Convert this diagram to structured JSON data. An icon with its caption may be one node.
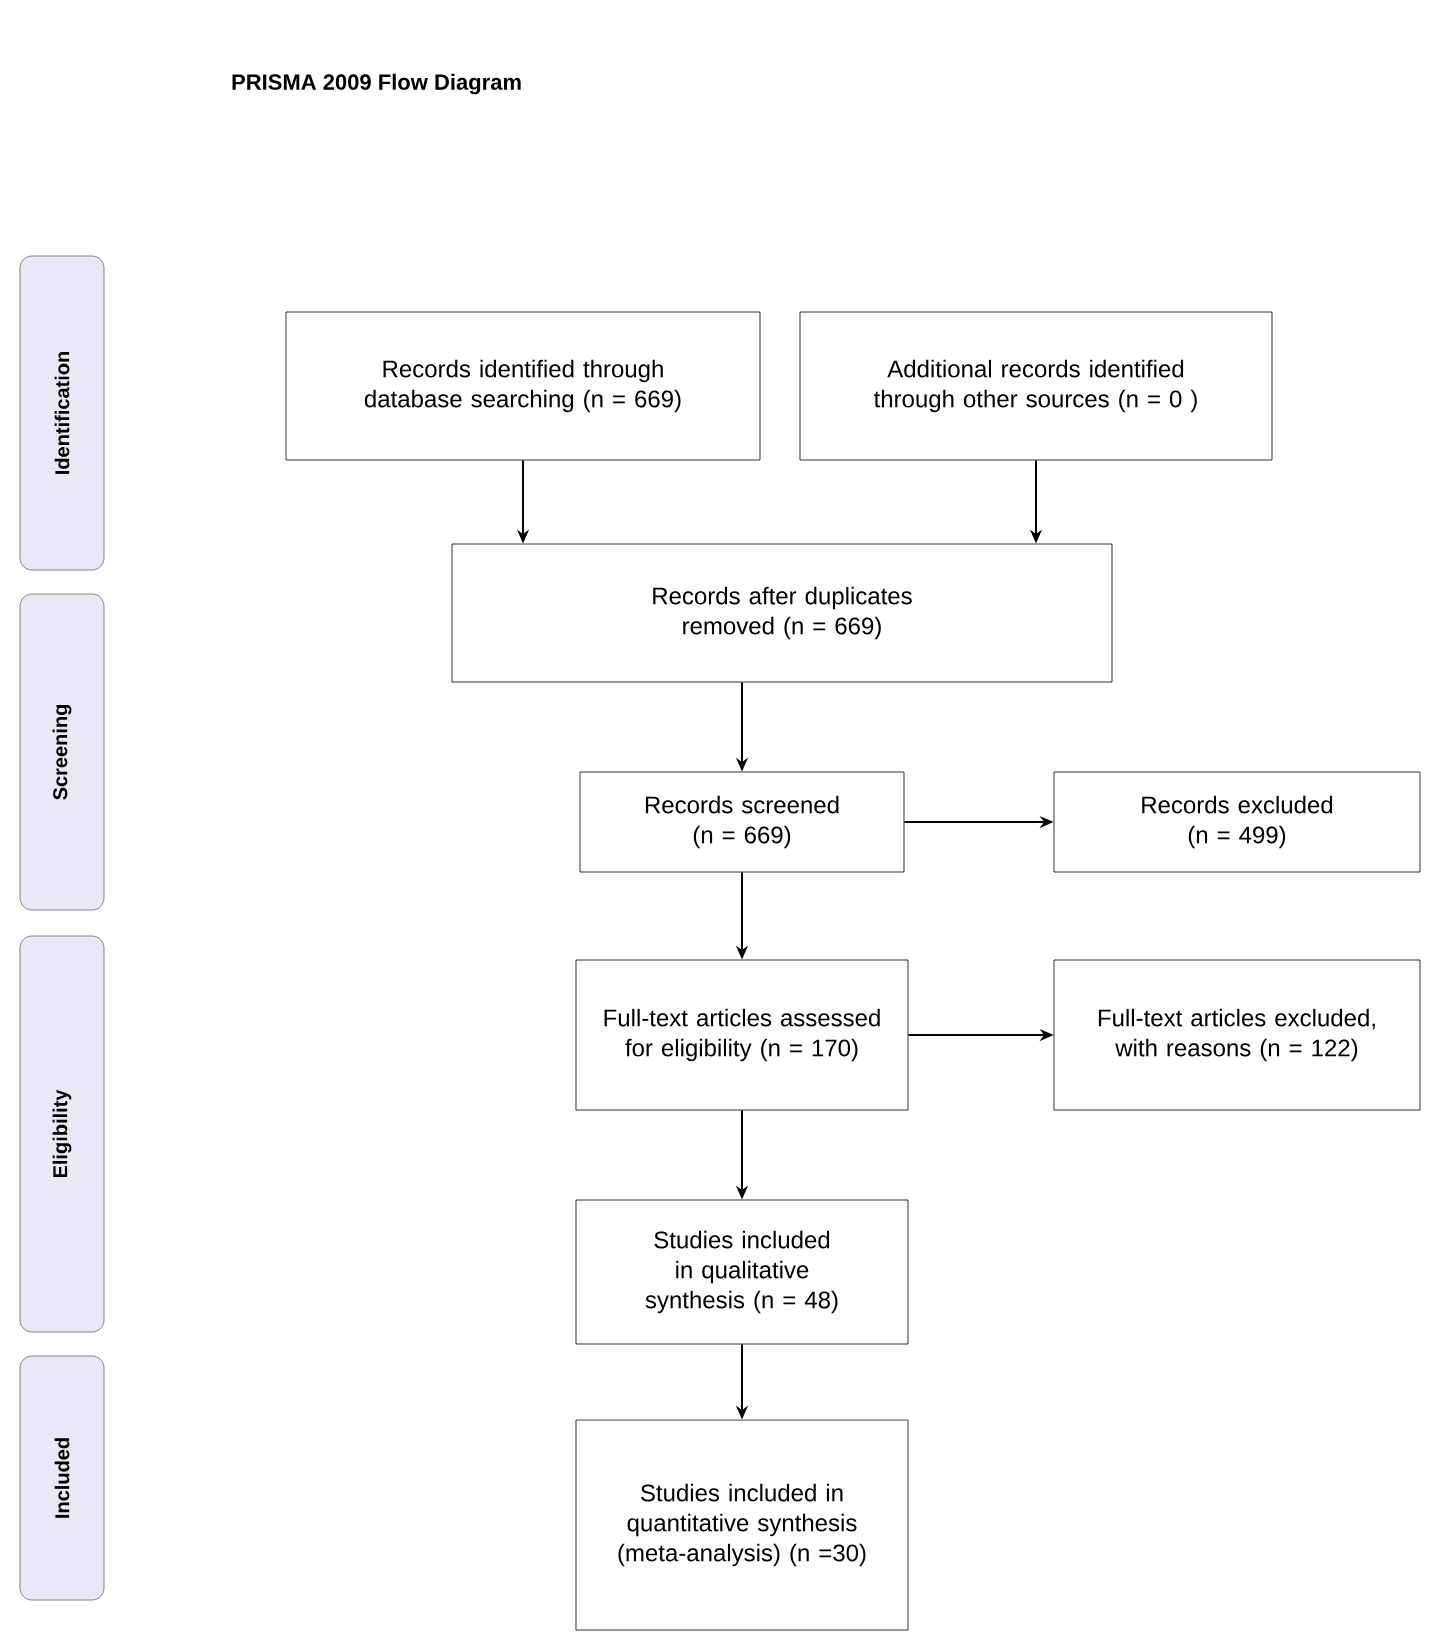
{
  "diagram": {
    "title": "PRISMA 2009 Flow Diagram",
    "nodes": [
      {
        "text": [
          "Identification"
        ]
      },
      {
        "text": [
          "Screening"
        ]
      },
      {
        "text": [
          "Eligibility"
        ]
      },
      {
        "text": [
          "Included"
        ]
      },
      {
        "text": [
          "Records identified through database searching (n = 669)"
        ]
      },
      {
        "text": [
          "Additional records identified through other sources (n = 0 )"
        ]
      },
      {
        "text": [
          "Records after duplicates removed (n = 669)"
        ]
      },
      {
        "text": [
          "Records screened (n = 669)"
        ]
      },
      {
        "text": [
          "Records excluded (n = 499)"
        ]
      },
      {
        "text": [
          "Full-text articles assessed for eligibility (n = 170)"
        ]
      },
      {
        "text": [
          "Full-text articles excluded, with reasons (n = 122)"
        ]
      },
      {
        "text": [
          "Studies included in qualitative synthesis (n = 48)"
        ]
      },
      {
        "text": [
          "Studies included in quantitative synthesis (meta-analysis) (n =30)"
        ]
      }
    ],
    "edges": [
      {
        "from": 4,
        "to": 6,
        "arrow": "to"
      },
      {
        "from": 5,
        "to": 6,
        "arrow": "to"
      },
      {
        "from": 6,
        "to": 7,
        "arrow": "to"
      },
      {
        "from": 7,
        "to": 8,
        "arrow": "to"
      },
      {
        "from": 7,
        "to": 9,
        "arrow": "to"
      },
      {
        "from": 9,
        "to": 10,
        "arrow": "to"
      },
      {
        "from": 9,
        "to": 11,
        "arrow": "to"
      },
      {
        "from": 11,
        "to": 12,
        "arrow": "to"
      }
    ]
  }
}
